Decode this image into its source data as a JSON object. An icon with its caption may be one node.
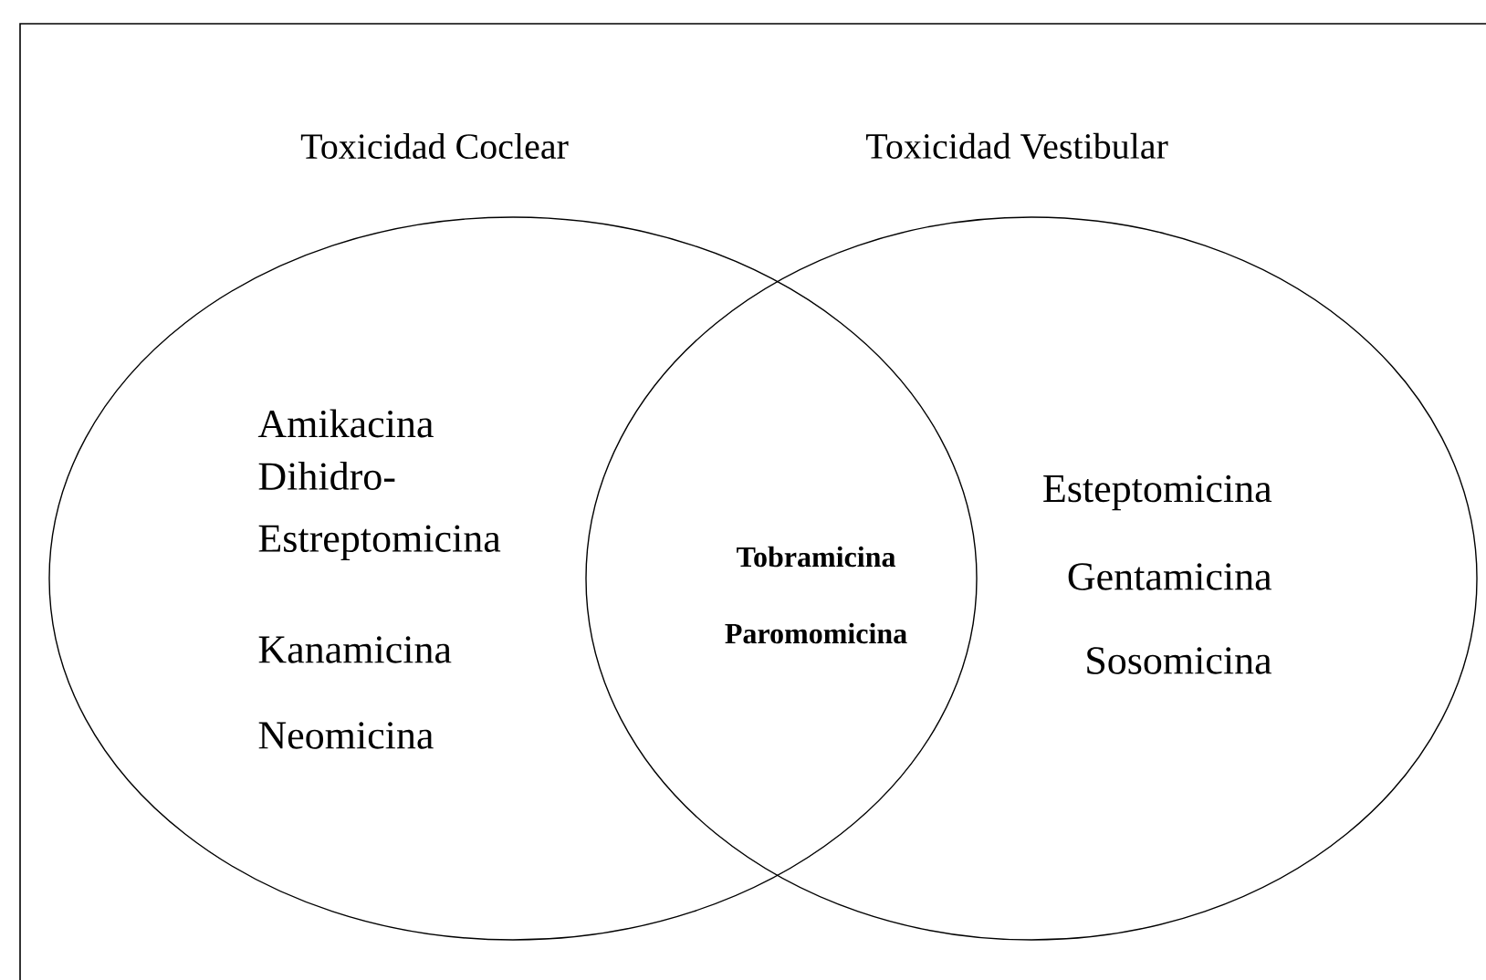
{
  "diagram": {
    "nodes": [
      {
        "text": [
          "Toxicidad Coclear",
          "Amikacina",
          "Dihidro- Estreptomicina",
          "Kanamicina",
          "Neomicina"
        ]
      },
      {
        "text": [
          "Toxicidad Vestibular",
          "Esteptomicina",
          "Gentamicina",
          "Sosomicina"
        ]
      }
    ],
    "labels": [
      "Tobramicina",
      "Paromomicina"
    ]
  }
}
